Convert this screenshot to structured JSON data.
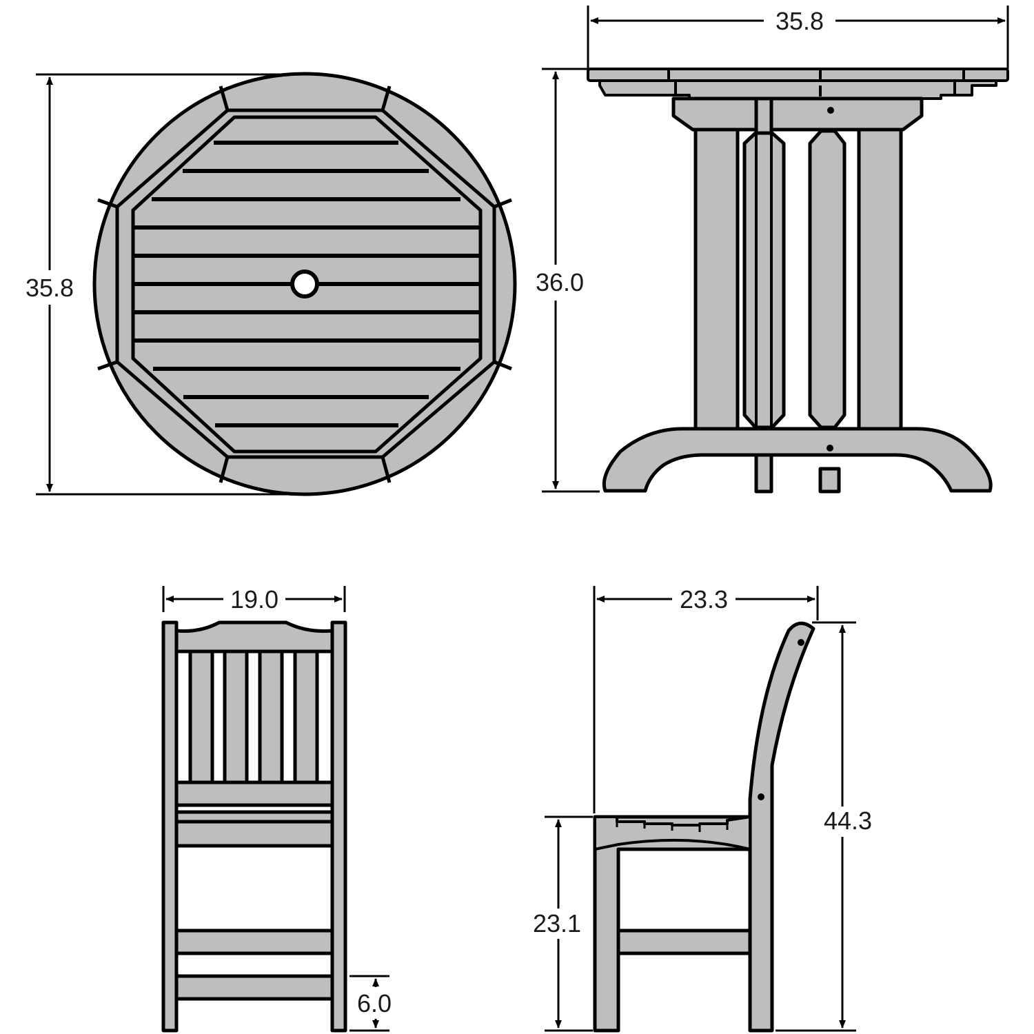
{
  "dimensions": {
    "table_top_diameter": "35.8",
    "table_top_depth": "35.8",
    "table_width": "35.8",
    "table_height": "36.0",
    "chair_width": "19.0",
    "chair_rung_height": "6.0",
    "chair_depth": "23.3",
    "chair_seat_height": "23.1",
    "chair_height": "44.3"
  },
  "colors": {
    "material": "#bcbec0",
    "outline": "#000000"
  }
}
